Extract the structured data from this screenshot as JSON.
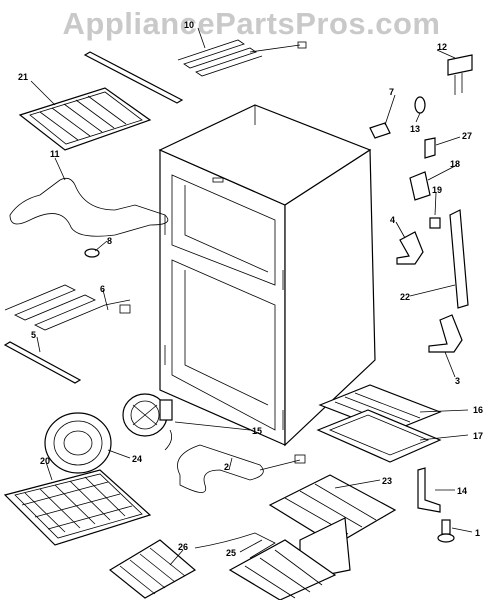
{
  "watermark": "AppliancePartsPros.com",
  "parts": [
    {
      "id": "p1",
      "label": "1"
    },
    {
      "id": "p2",
      "label": "2"
    },
    {
      "id": "p3",
      "label": "3"
    },
    {
      "id": "p4",
      "label": "4"
    },
    {
      "id": "p5",
      "label": "5"
    },
    {
      "id": "p6",
      "label": "6"
    },
    {
      "id": "p7",
      "label": "7"
    },
    {
      "id": "p8",
      "label": "8"
    },
    {
      "id": "p10",
      "label": "10"
    },
    {
      "id": "p11",
      "label": "11"
    },
    {
      "id": "p12",
      "label": "12"
    },
    {
      "id": "p13",
      "label": "13"
    },
    {
      "id": "p14",
      "label": "14"
    },
    {
      "id": "p15",
      "label": "15"
    },
    {
      "id": "p16",
      "label": "16"
    },
    {
      "id": "p17",
      "label": "17"
    },
    {
      "id": "p18",
      "label": "18"
    },
    {
      "id": "p19",
      "label": "19"
    },
    {
      "id": "p20",
      "label": "20"
    },
    {
      "id": "p21",
      "label": "21"
    },
    {
      "id": "p22",
      "label": "22"
    },
    {
      "id": "p23",
      "label": "23"
    },
    {
      "id": "p24",
      "label": "24"
    },
    {
      "id": "p25",
      "label": "25"
    },
    {
      "id": "p26",
      "label": "26"
    },
    {
      "id": "p27",
      "label": "27"
    }
  ]
}
